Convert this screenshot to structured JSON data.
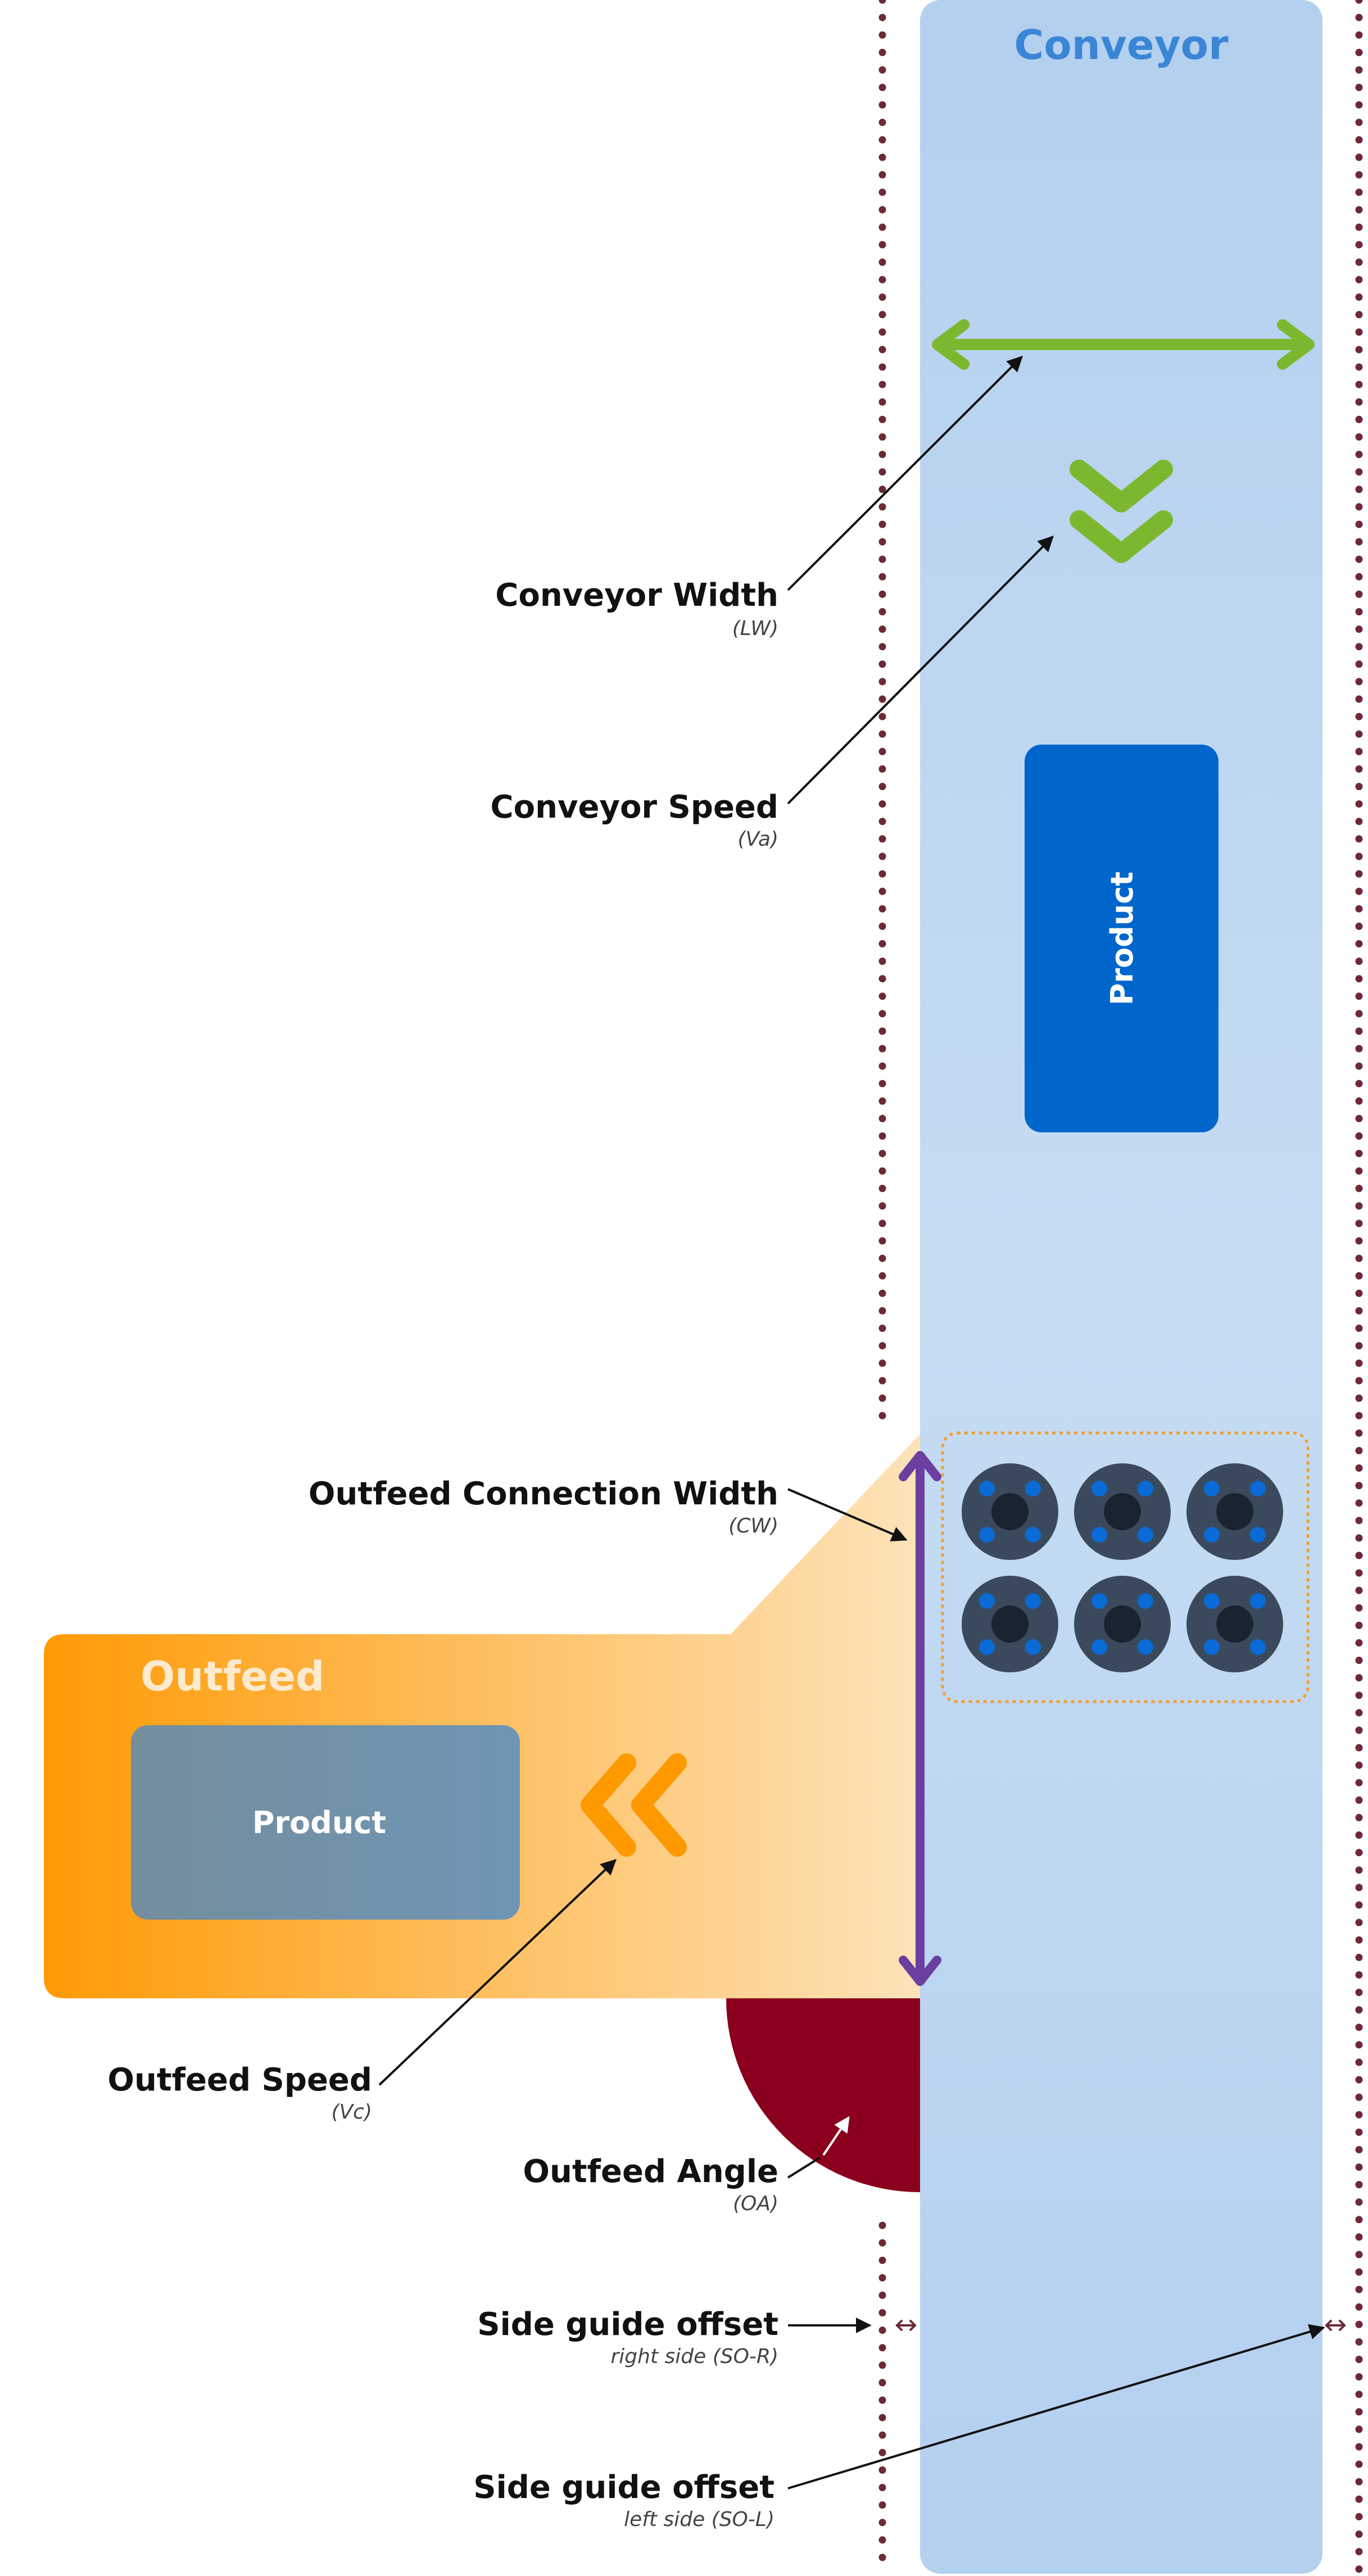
{
  "conveyor": {
    "title": "Conveyor",
    "product_label": "Product"
  },
  "outfeed": {
    "title": "Outfeed",
    "product_label": "Product"
  },
  "labels": {
    "conveyor_width": {
      "title": "Conveyor Width",
      "code": "(LW)"
    },
    "conveyor_speed": {
      "title": "Conveyor Speed",
      "code": "(Va)"
    },
    "outfeed_connection_width": {
      "title": "Outfeed Connection Width",
      "code": "(CW)"
    },
    "outfeed_speed": {
      "title": "Outfeed Speed",
      "code": "(Vc)"
    },
    "outfeed_angle": {
      "title": "Outfeed Angle",
      "code": "(OA)"
    },
    "side_guide_right": {
      "title": "Side guide offset",
      "code": "right side (SO-R)"
    },
    "side_guide_left": {
      "title": "Side guide offset",
      "code": "left side (SO-L)"
    }
  },
  "colors": {
    "conveyor_fill": "#B8D3F0",
    "conveyor_title": "#3A86D6",
    "product_fill": "#0066CC",
    "width_arrow": "#7CB82F",
    "outfeed_start": "#FF9900",
    "outfeed_end": "#FDDFB0",
    "outfeed_product": "#7090A5",
    "connection_arrow": "#6B3FA0",
    "angle_fill": "#8B001C",
    "side_guide": "#6B2A35",
    "roller_box_border": "#F0A030",
    "roller": "#3A4A5C",
    "roller_hub": "#1A2430",
    "roller_spot": "#0A6BD6"
  },
  "icons": [
    "double-chevron-down-icon",
    "double-chevron-left-icon",
    "horizontal-double-arrow-icon",
    "vertical-double-arrow-icon",
    "roller-icon"
  ],
  "roller_grid": {
    "rows": 2,
    "cols": 3
  }
}
